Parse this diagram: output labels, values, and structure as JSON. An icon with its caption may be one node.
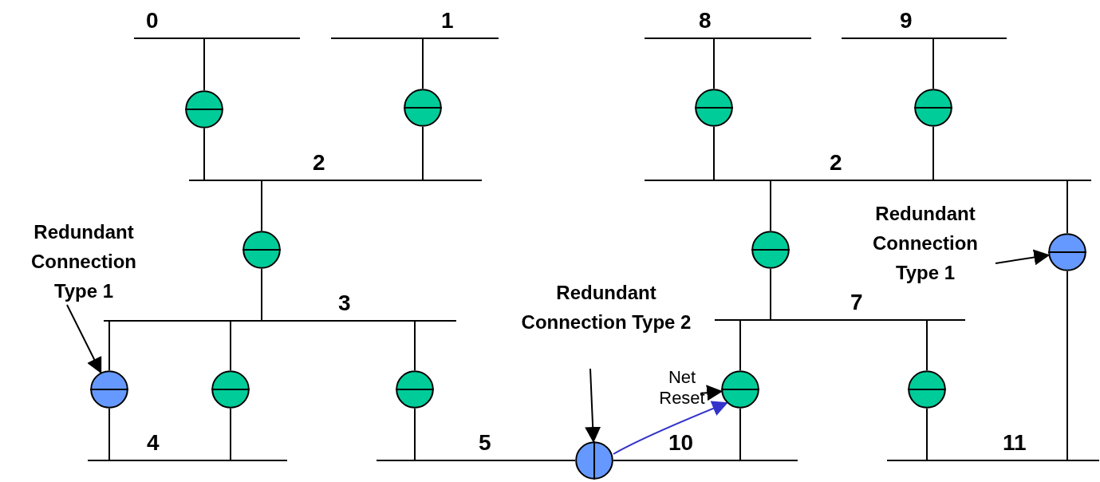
{
  "diagram": {
    "nodes": [
      {
        "text": [
          "0"
        ]
      },
      {
        "text": [
          "1"
        ]
      },
      {
        "text": [
          "2"
        ]
      },
      {
        "text": [
          "3"
        ]
      },
      {
        "text": [
          "4"
        ]
      },
      {
        "text": [
          "5"
        ]
      },
      {
        "text": [
          "8"
        ]
      },
      {
        "text": [
          "9"
        ]
      },
      {
        "text": [
          "2"
        ]
      },
      {
        "text": [
          "7"
        ]
      },
      {
        "text": [
          "10"
        ]
      },
      {
        "text": [
          "11"
        ]
      },
      {
        "text": [],
        "shape": "circle"
      },
      {
        "text": [],
        "shape": "circle"
      },
      {
        "text": [],
        "shape": "circle"
      },
      {
        "text": [],
        "shape": "circle"
      },
      {
        "text": [],
        "shape": "circle"
      },
      {
        "text": [],
        "shape": "circle"
      },
      {
        "text": [],
        "shape": "circle"
      },
      {
        "text": [],
        "shape": "circle"
      },
      {
        "text": [],
        "shape": "circle"
      },
      {
        "text": [],
        "shape": "circle"
      },
      {
        "text": [],
        "shape": "circle"
      },
      {
        "text": [],
        "shape": "circle"
      },
      {
        "text": [],
        "shape": "circle"
      },
      {
        "text": [
          "Redundant Connection Type 1"
        ]
      },
      {
        "text": [
          "Redundant Connection Type 2"
        ]
      },
      {
        "text": [
          "Net Reset"
        ]
      },
      {
        "text": [
          "Redundant Connection Type 1"
        ]
      }
    ],
    "edges": [
      {
        "from": 0,
        "to": 12,
        "arrow": "none"
      },
      {
        "from": 12,
        "to": 2,
        "arrow": "none"
      },
      {
        "from": 1,
        "to": 13,
        "arrow": "none"
      },
      {
        "from": 13,
        "to": 2,
        "arrow": "none"
      },
      {
        "from": 2,
        "to": 14,
        "arrow": "none"
      },
      {
        "from": 14,
        "to": 3,
        "arrow": "none"
      },
      {
        "from": 3,
        "to": 15,
        "arrow": "none"
      },
      {
        "from": 15,
        "to": 4,
        "arrow": "none"
      },
      {
        "from": 3,
        "to": 16,
        "arrow": "none"
      },
      {
        "from": 16,
        "to": 4,
        "arrow": "none"
      },
      {
        "from": 3,
        "to": 17,
        "arrow": "none"
      },
      {
        "from": 17,
        "to": 5,
        "arrow": "none"
      },
      {
        "from": 5,
        "to": 18,
        "arrow": "none"
      },
      {
        "from": 18,
        "to": 10,
        "arrow": "none"
      },
      {
        "from": 6,
        "to": 19,
        "arrow": "none"
      },
      {
        "from": 19,
        "to": 8,
        "arrow": "none"
      },
      {
        "from": 7,
        "to": 20,
        "arrow": "none"
      },
      {
        "from": 20,
        "to": 8,
        "arrow": "none"
      },
      {
        "from": 8,
        "to": 21,
        "arrow": "none"
      },
      {
        "from": 21,
        "to": 9,
        "arrow": "none"
      },
      {
        "from": 9,
        "to": 22,
        "arrow": "none"
      },
      {
        "from": 22,
        "to": 10,
        "arrow": "none"
      },
      {
        "from": 9,
        "to": 23,
        "arrow": "none"
      },
      {
        "from": 23,
        "to": 11,
        "arrow": "none"
      },
      {
        "from": 8,
        "to": 24,
        "arrow": "none"
      },
      {
        "from": 24,
        "to": 11,
        "arrow": "none"
      },
      {
        "from": 18,
        "to": 22,
        "arrow": "to",
        "color": "#3333cc"
      },
      {
        "from": 25,
        "to": 15,
        "arrow": "to"
      },
      {
        "from": 26,
        "to": 18,
        "arrow": "to"
      },
      {
        "from": 27,
        "to": 22,
        "arrow": "to"
      },
      {
        "from": 28,
        "to": 24,
        "arrow": "to"
      }
    ]
  }
}
